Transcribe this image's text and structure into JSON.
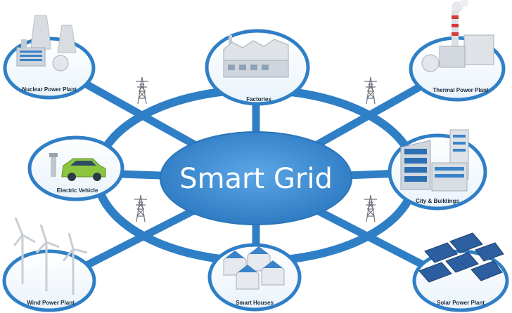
{
  "center": {
    "title": "Smart Grid"
  },
  "colors": {
    "ring": "#2f7fc6",
    "ring_light": "#5fa8e3",
    "center_fill": "#3d8fd6",
    "node_border": "#2f7fc6",
    "tower": "#7a7f86"
  },
  "nodes": [
    {
      "id": "nuclear",
      "label": "Nuclear Power Plant",
      "icon": "nuclear-plant-icon"
    },
    {
      "id": "factories",
      "label": "Factories",
      "icon": "factory-icon"
    },
    {
      "id": "thermal",
      "label": "Thermal Power Plant",
      "icon": "thermal-plant-icon"
    },
    {
      "id": "ev",
      "label": "Electric Vehicle",
      "icon": "electric-car-icon"
    },
    {
      "id": "city",
      "label": "City & Buildings",
      "icon": "city-buildings-icon"
    },
    {
      "id": "wind",
      "label": "Wind Power Plant",
      "icon": "wind-turbine-icon"
    },
    {
      "id": "houses",
      "label": "Smart Houses",
      "icon": "smart-house-icon"
    },
    {
      "id": "solar",
      "label": "Solar Power Plant",
      "icon": "solar-panel-icon"
    }
  ]
}
